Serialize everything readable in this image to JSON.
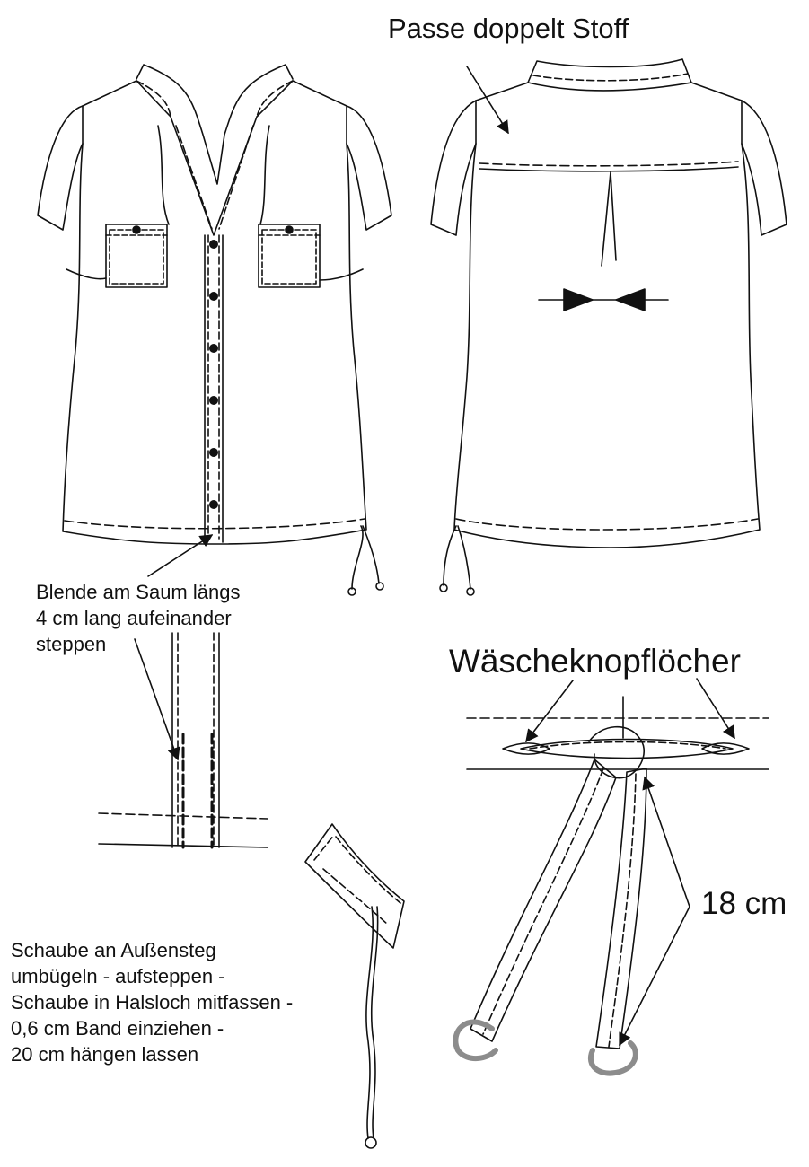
{
  "labels": {
    "yoke_note": "Passe doppelt Stoff",
    "buttonholes_note": "Wäscheknopflöcher",
    "hem_note": [
      "Blende am Saum längs",
      "4 cm lang aufeinander",
      "steppen"
    ],
    "collar_note": [
      "Schaube an Außensteg",
      "umbügeln - aufsteppen -",
      "Schaube in Halsloch mitfassen -",
      "0,6 cm Band einziehen -",
      "20 cm hängen lassen"
    ],
    "tie_length": "18 cm"
  },
  "colors": {
    "line": "#111111",
    "ring": "#8c8c8c",
    "fill": "#ffffff"
  },
  "front_button_count": 6
}
